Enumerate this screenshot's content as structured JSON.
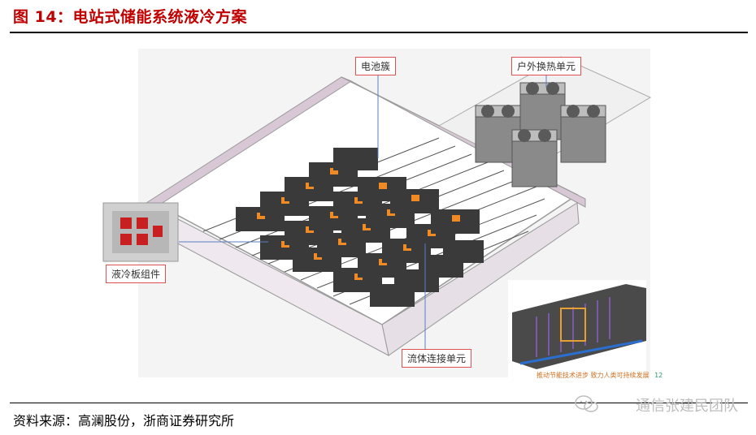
{
  "header": {
    "title": "图 14：电站式储能系统液冷方案"
  },
  "figure": {
    "labels": {
      "battery_cluster": "电池簇",
      "outdoor_heat_exchange": "户外换热单元",
      "liquid_cold_plate": "液冷板组件",
      "fluid_connection": "流体连接单元"
    },
    "inset_caption": "推动节能技术进步  致力人类可持续发展",
    "inset_page": "12"
  },
  "footer": {
    "source": "资料来源：高澜股份，浙商证券研究所",
    "watermark": "通信张建民团队"
  },
  "colors": {
    "title": "#c00000",
    "label_border": "#e05050",
    "wall": "#d8c8d6",
    "rack": "#3a3a3a",
    "accent_orange": "#f08a24"
  }
}
